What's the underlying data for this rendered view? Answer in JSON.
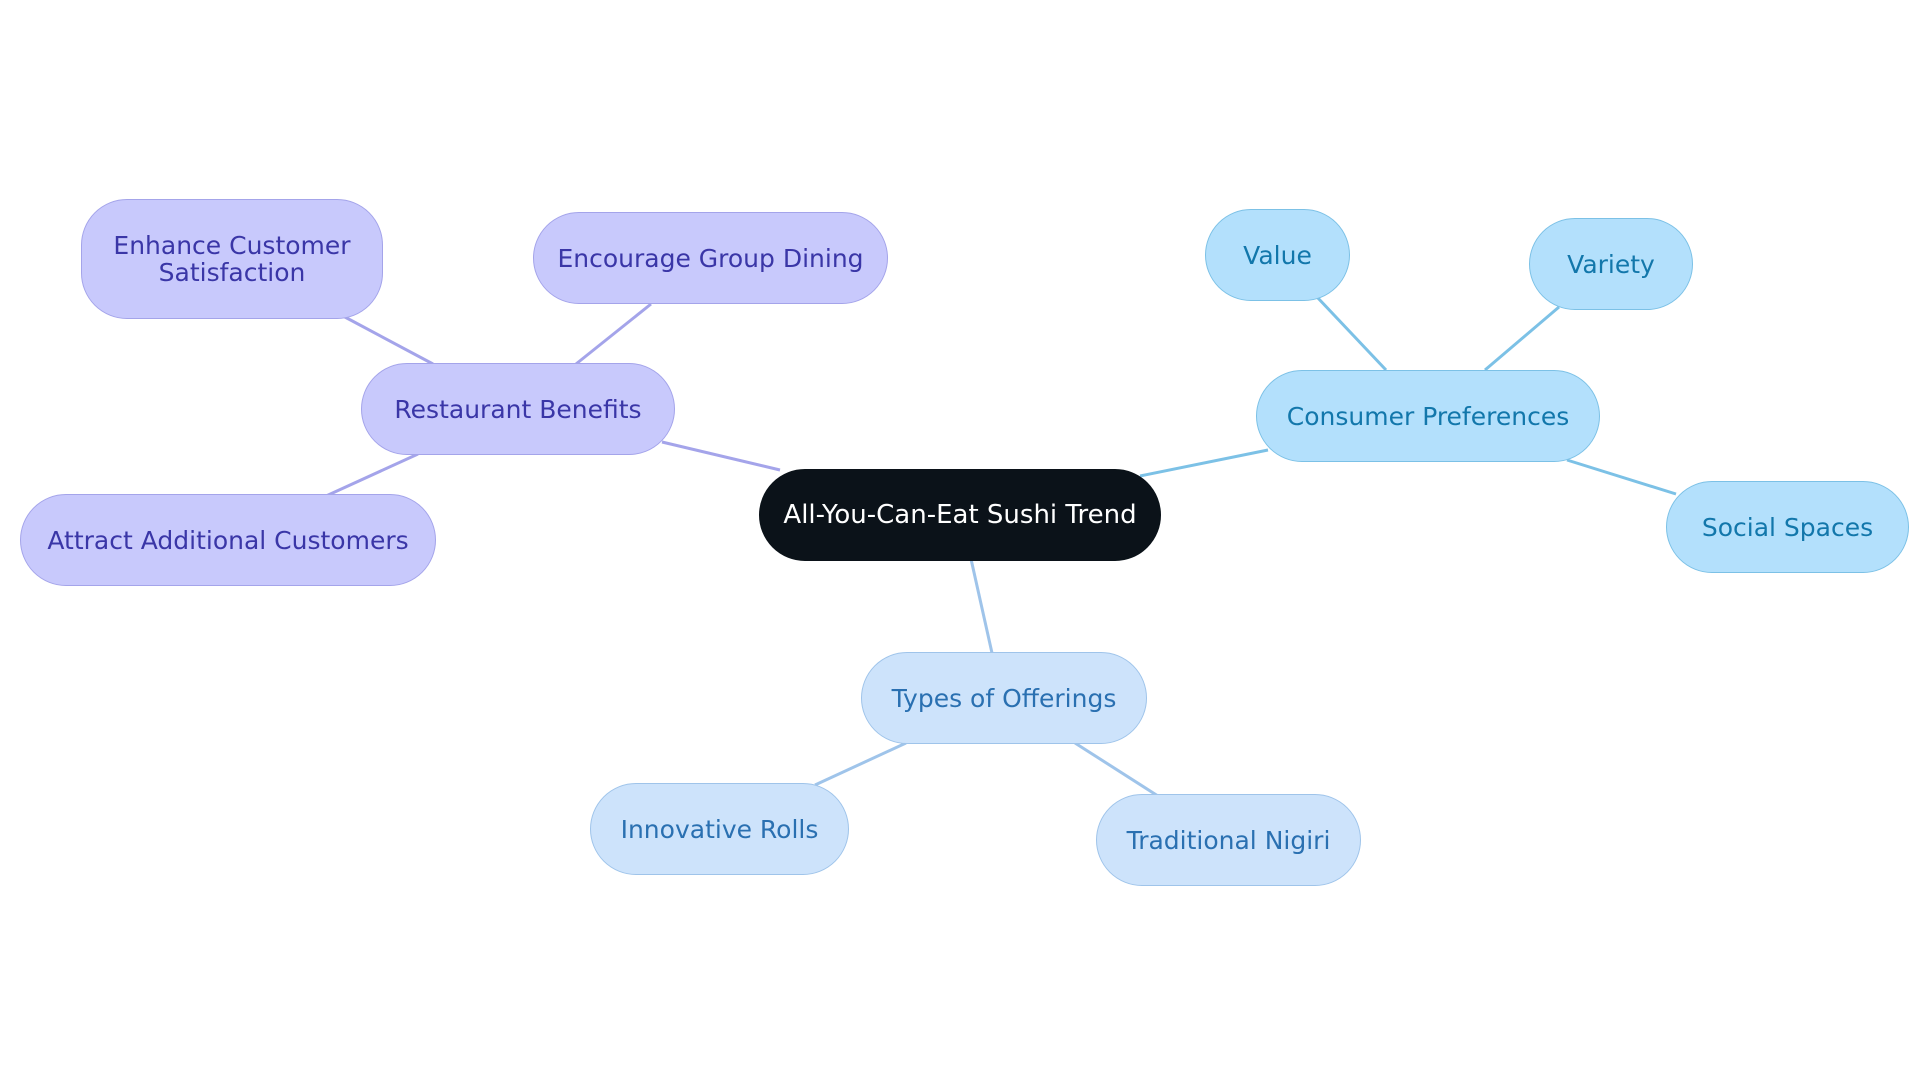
{
  "central": {
    "label": "All-You-Can-Eat Sushi Trend"
  },
  "branches": {
    "restaurant_benefits": {
      "label": "Restaurant Benefits",
      "children": {
        "enhance": "Enhance Customer Satisfaction",
        "group": "Encourage Group Dining",
        "attract": "Attract Additional Customers"
      }
    },
    "consumer_preferences": {
      "label": "Consumer Preferences",
      "children": {
        "value": "Value",
        "variety": "Variety",
        "social": "Social Spaces"
      }
    },
    "types_of_offerings": {
      "label": "Types of Offerings",
      "children": {
        "rolls": "Innovative Rolls",
        "nigiri": "Traditional Nigiri"
      }
    }
  },
  "colors": {
    "central": "#0b1219",
    "restaurant_benefits": "#c8c9fc",
    "consumer_preferences": "#b3e0fc",
    "types_of_offerings": "#cde3fb"
  }
}
